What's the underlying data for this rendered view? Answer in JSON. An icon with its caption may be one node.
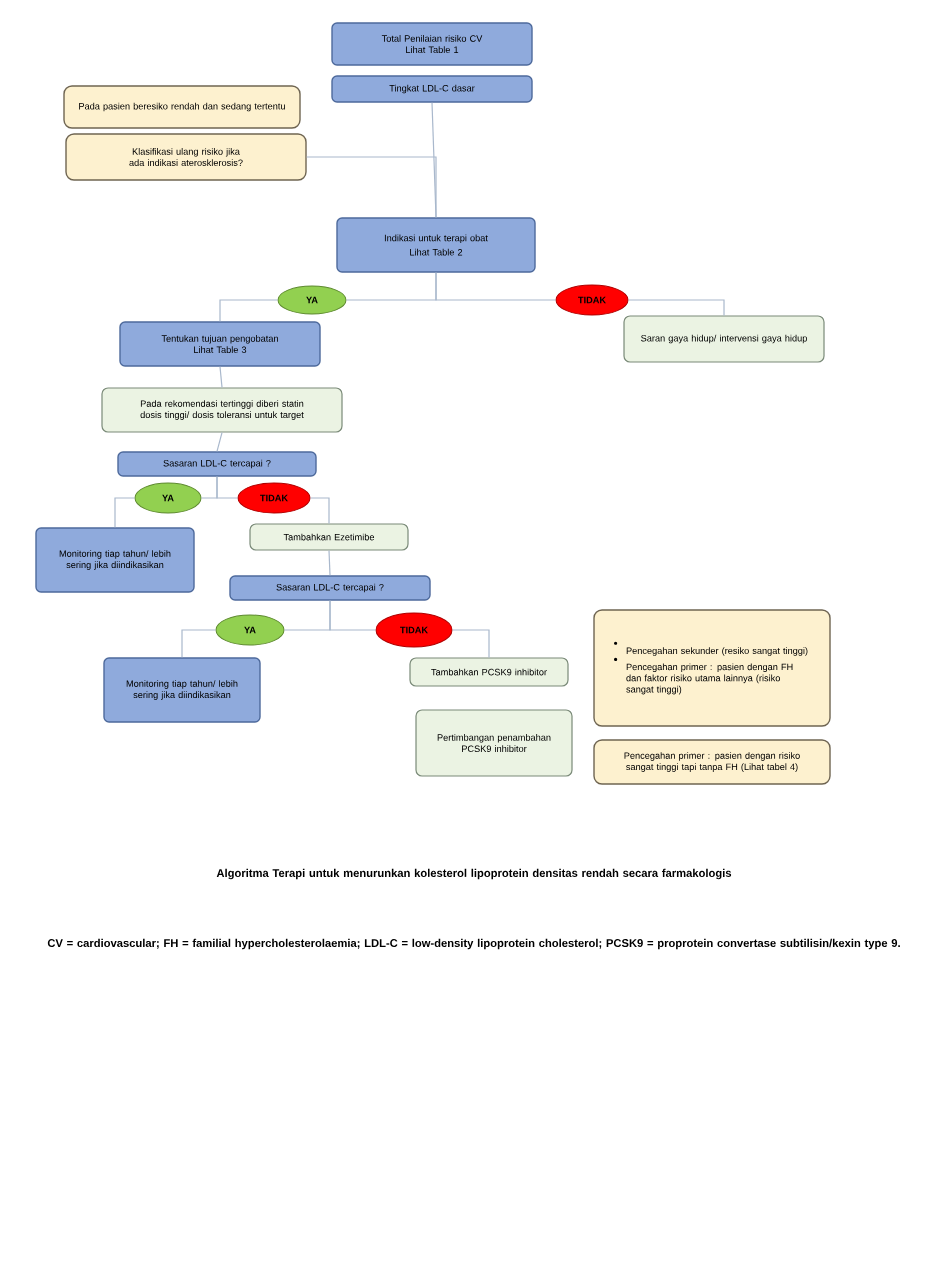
{
  "diagram": {
    "caption": "Algoritma Terapi untuk menurunkan kolesterol lipoprotein densitas rendah secara farmakologis",
    "nodes": [
      {
        "text": [
          "Total Penilaian risiko CV",
          "Lihat Table 1"
        ]
      },
      {
        "text": [
          "Tingkat LDL-C dasar"
        ]
      },
      {
        "text": [
          "Pada pasien beresiko rendah dan sedang tertentu"
        ]
      },
      {
        "text": [
          "Klasifikasi ulang risiko jika ada indikasi aterosklerosis?"
        ]
      },
      {
        "text": [
          "Indikasi untuk terapi obat",
          "Lihat Table 2"
        ]
      },
      {
        "text": [
          "YA"
        ]
      },
      {
        "text": [
          "TIDAK"
        ]
      },
      {
        "text": [
          "Tentukan tujuan pengobatan",
          "Lihat Table 3"
        ]
      },
      {
        "text": [
          "Saran gaya hidup/ intervensi gaya hidup"
        ]
      },
      {
        "text": [
          "Pada rekomendasi tertinggi diberi statin dosis tinggi/ dosis toleransi untuk target"
        ]
      },
      {
        "text": [
          "Sasaran LDL-C tercapai ?"
        ]
      },
      {
        "text": [
          "YA"
        ]
      },
      {
        "text": [
          "TIDAK"
        ]
      },
      {
        "text": [
          "Monitoring tiap tahun/ lebih sering jika diindikasikan"
        ]
      },
      {
        "text": [
          "Tambahkan Ezetimibe"
        ]
      },
      {
        "text": [
          "Sasaran LDL-C tercapai ?"
        ]
      },
      {
        "text": [
          "YA"
        ]
      },
      {
        "text": [
          "TIDAK"
        ]
      },
      {
        "text": [
          "Monitoring tiap tahun/ lebih sering jika diindikasikan"
        ]
      },
      {
        "text": [
          "Tambahkan PCSK9 inhibitor"
        ]
      },
      {
        "text": [
          "Pertimbangan penambahan PCSK9 inhibitor"
        ]
      },
      {
        "text": [
          "Pencegahan sekunder (resiko sangat tinggi)",
          "Pencegahan primer : pasien dengan FH dan faktor risiko utama lainnya (risiko sangat tinggi)"
        ]
      },
      {
        "text": [
          "Pencegahan primer : pasien dengan risiko sangat tinggi tapi tanpa FH (Lihat tabel 4)"
        ]
      }
    ],
    "edges": [
      {
        "from": 1,
        "to": 4,
        "arrow": "none"
      },
      {
        "from": 3,
        "to": 4,
        "arrow": "none"
      },
      {
        "from": 4,
        "to": 5,
        "arrow": "none"
      },
      {
        "from": 4,
        "to": 6,
        "arrow": "none"
      },
      {
        "from": 5,
        "to": 7,
        "arrow": "none"
      },
      {
        "from": 6,
        "to": 8,
        "arrow": "none"
      },
      {
        "from": 7,
        "to": 9,
        "arrow": "none"
      },
      {
        "from": 9,
        "to": 10,
        "arrow": "none"
      },
      {
        "from": 10,
        "to": 11,
        "arrow": "none"
      },
      {
        "from": 10,
        "to": 12,
        "arrow": "none"
      },
      {
        "from": 11,
        "to": 13,
        "arrow": "none"
      },
      {
        "from": 12,
        "to": 14,
        "arrow": "none"
      },
      {
        "from": 14,
        "to": 15,
        "arrow": "none"
      },
      {
        "from": 15,
        "to": 16,
        "arrow": "none"
      },
      {
        "from": 15,
        "to": 17,
        "arrow": "none"
      },
      {
        "from": 16,
        "to": 18,
        "arrow": "none"
      },
      {
        "from": 17,
        "to": 19,
        "arrow": "none"
      }
    ],
    "labels": [
      "CV = cardiovascular; FH = familial hypercholesterolaemia; LDL-C = low-density lipoprotein cholesterol; PCSK9 = proprotein convertase subtilisin/kexin type 9."
    ]
  }
}
